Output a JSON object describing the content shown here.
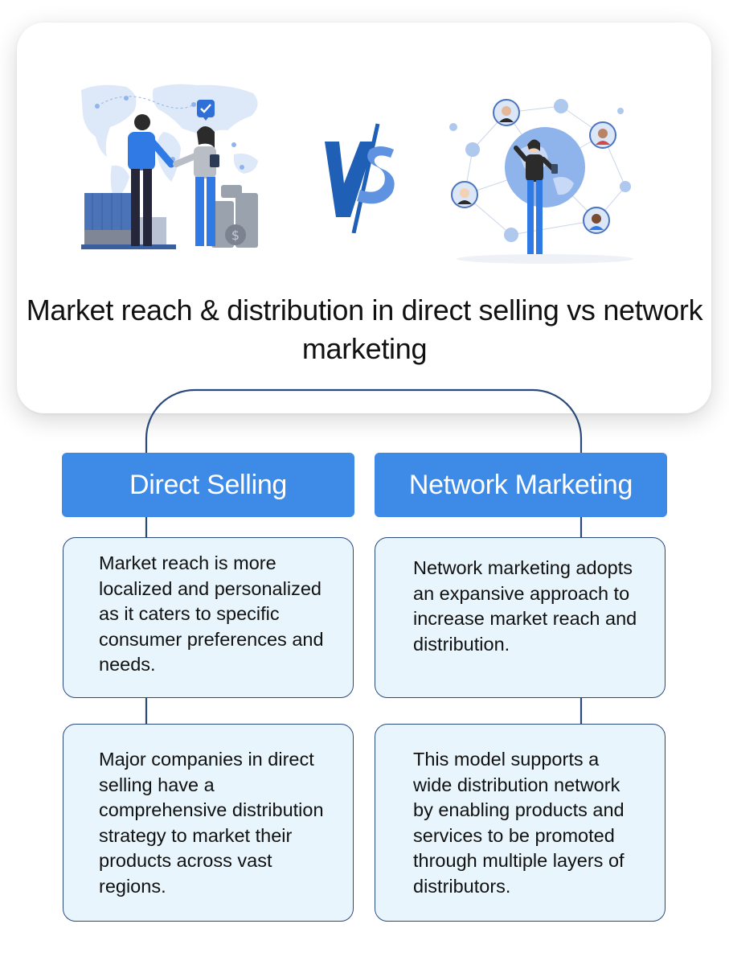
{
  "title": "Market reach & distribution in direct selling vs network marketing",
  "vs_label": "VS",
  "columns": [
    {
      "heading": "Direct Selling",
      "points": [
        "Market reach is more localized and personalized as it caters to specific consumer preferences and needs.",
        "Major companies in direct selling have a comprehensive distribution strategy to market their products across vast regions."
      ]
    },
    {
      "heading": "Network Marketing",
      "points": [
        "Network marketing adopts an expansive approach to increase market reach and distribution.",
        "This model supports a wide distribution network by enabling products and services to be promoted through multiple layers of distributors."
      ]
    }
  ],
  "colors": {
    "header_blue": "#3d8be6",
    "box_fill": "#e8f5fc",
    "border_navy": "#2b4a7c",
    "vs_blue": "#1f5fb5"
  },
  "illustrations": {
    "left": "direct-selling-handshake-illustration",
    "right": "network-marketing-globe-illustration"
  }
}
